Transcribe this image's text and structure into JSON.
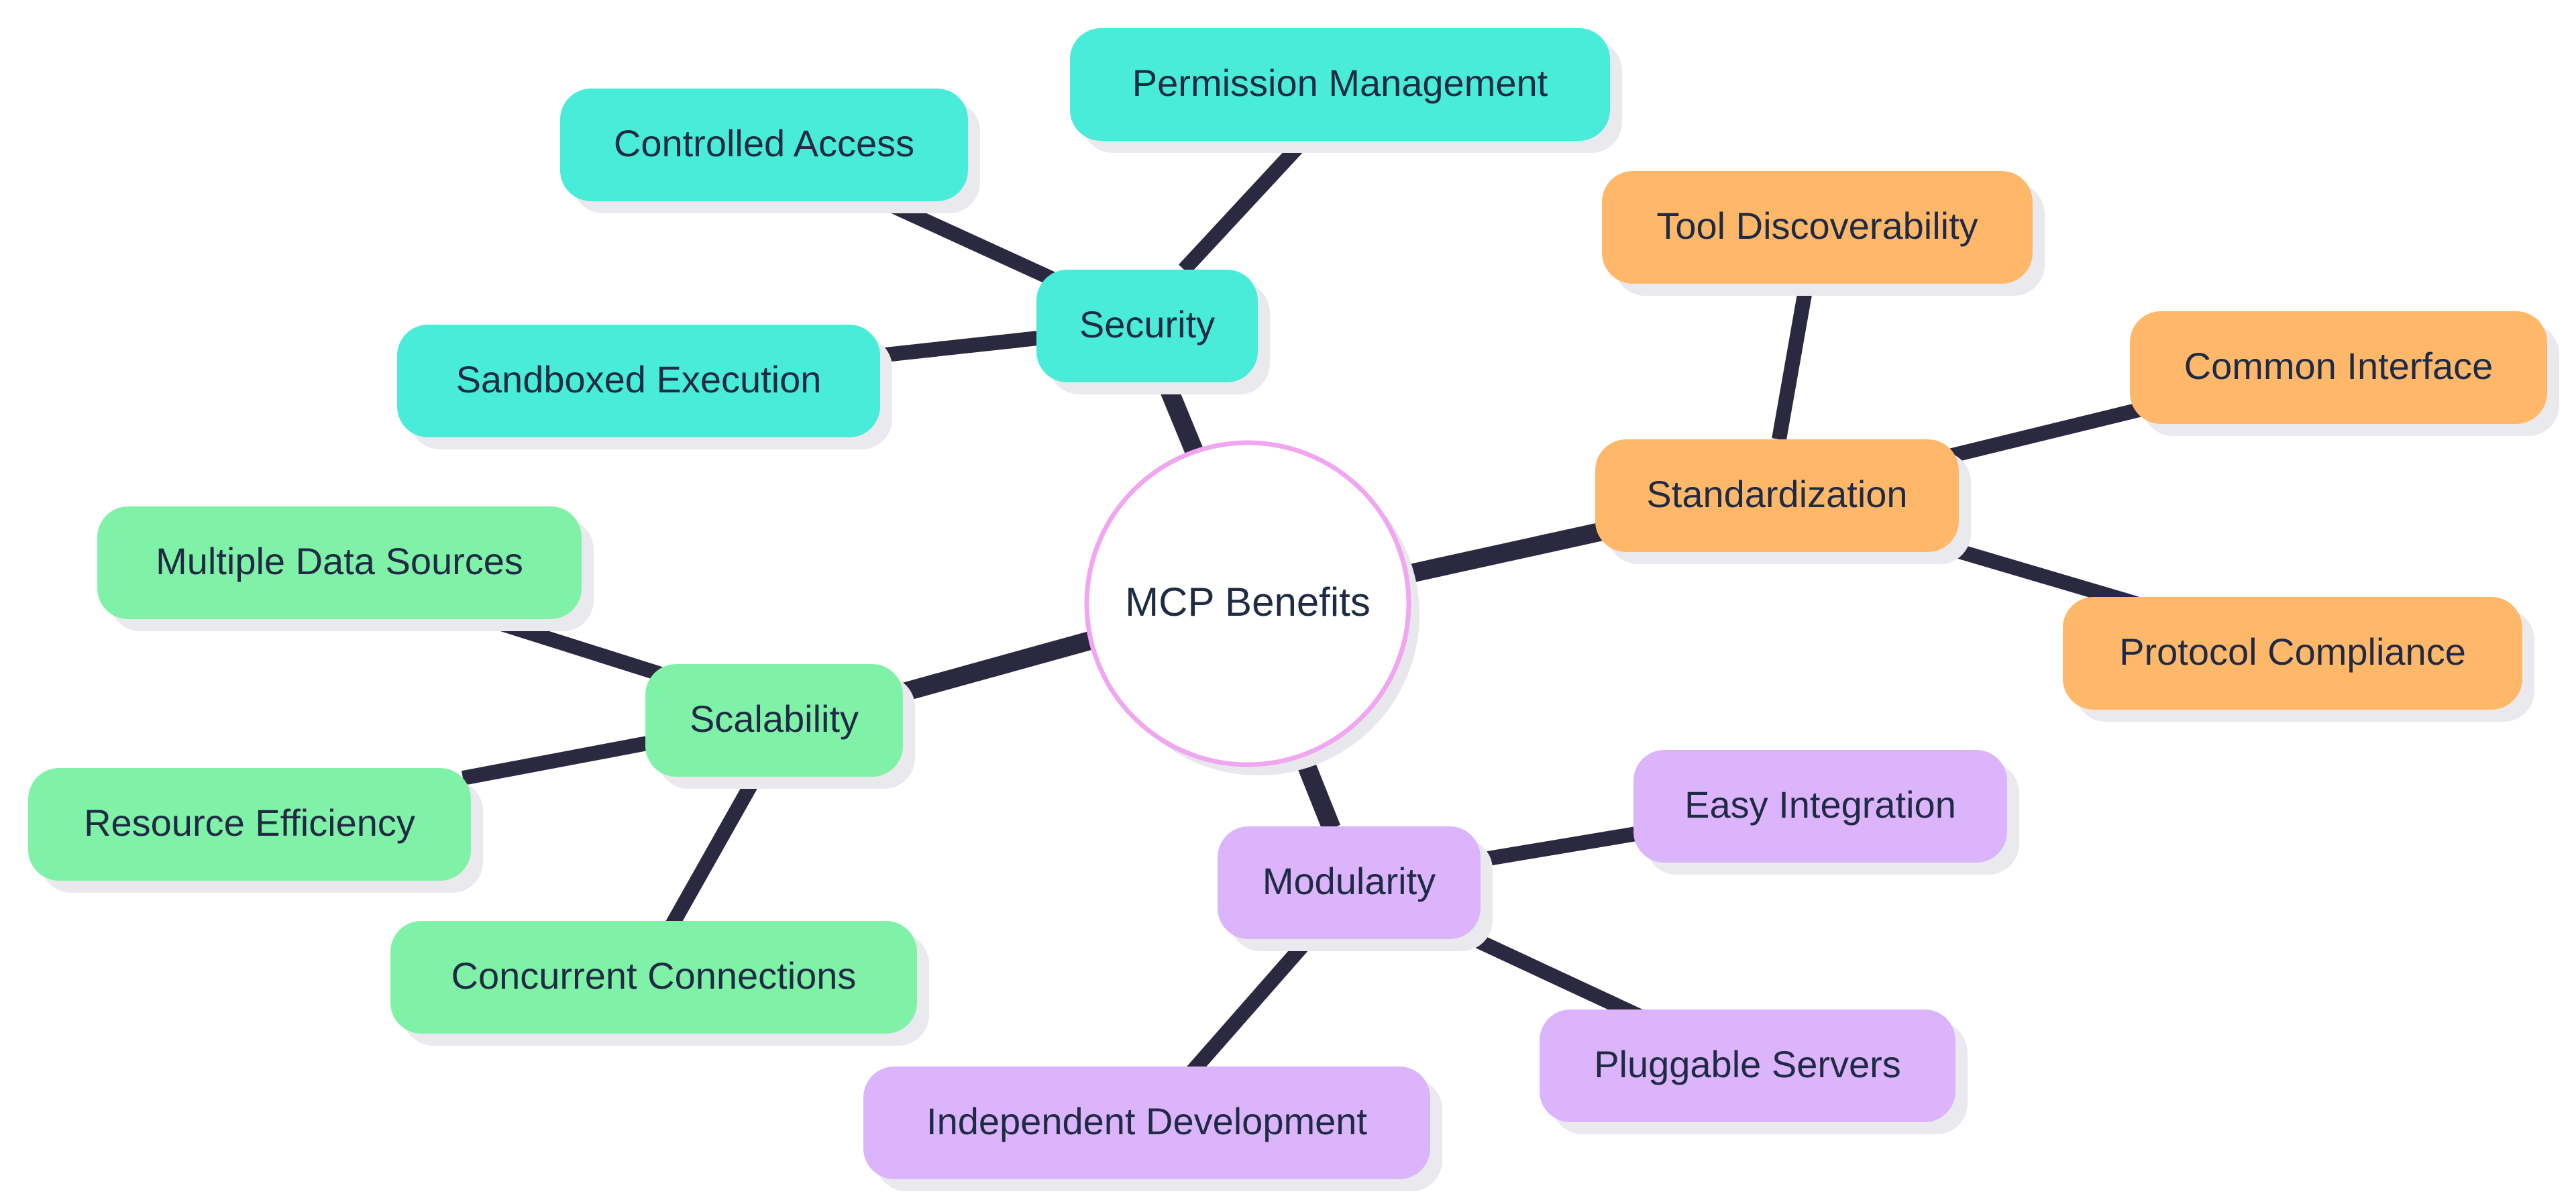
{
  "colors": {
    "security": "#48ecd8",
    "standardization": "#ffb86a",
    "scalability": "#80f2a8",
    "modularity": "#dbb4fb",
    "root_fill": "#ffffff",
    "root_stroke": "#f0a6f0",
    "edge": "#2b2940",
    "text": "#1f2a44",
    "shadow": "#e8e8ec"
  },
  "root": {
    "label": "MCP Benefits"
  },
  "branches": [
    {
      "key": "security",
      "label": "Security",
      "children": [
        {
          "key": "permission-management",
          "label": "Permission Management"
        },
        {
          "key": "controlled-access",
          "label": "Controlled Access"
        },
        {
          "key": "sandboxed-execution",
          "label": "Sandboxed Execution"
        }
      ]
    },
    {
      "key": "standardization",
      "label": "Standardization",
      "children": [
        {
          "key": "tool-discoverability",
          "label": "Tool Discoverability"
        },
        {
          "key": "common-interface",
          "label": "Common Interface"
        },
        {
          "key": "protocol-compliance",
          "label": "Protocol Compliance"
        }
      ]
    },
    {
      "key": "scalability",
      "label": "Scalability",
      "children": [
        {
          "key": "multiple-data-sources",
          "label": "Multiple Data Sources"
        },
        {
          "key": "resource-efficiency",
          "label": "Resource Efficiency"
        },
        {
          "key": "concurrent-connections",
          "label": "Concurrent Connections"
        }
      ]
    },
    {
      "key": "modularity",
      "label": "Modularity",
      "children": [
        {
          "key": "easy-integration",
          "label": "Easy Integration"
        },
        {
          "key": "pluggable-servers",
          "label": "Pluggable Servers"
        },
        {
          "key": "independent-development",
          "label": "Independent Development"
        }
      ]
    }
  ]
}
